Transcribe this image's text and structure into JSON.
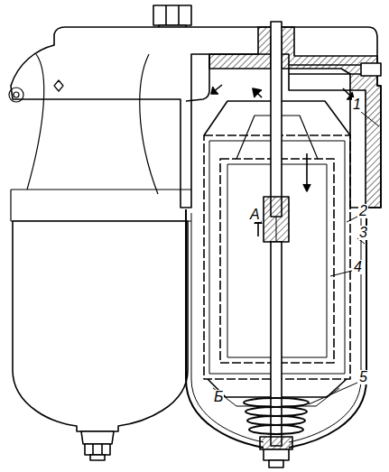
{
  "diagram": {
    "labels": [
      "1",
      "2",
      "3",
      "4",
      "5",
      "А",
      "Б"
    ]
  }
}
